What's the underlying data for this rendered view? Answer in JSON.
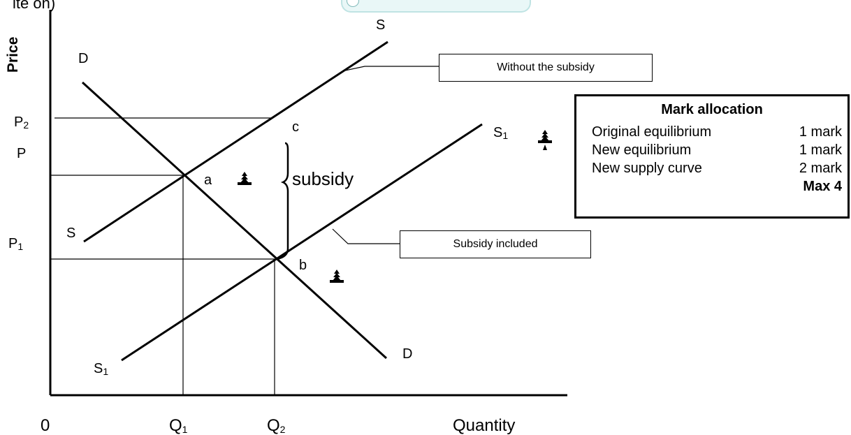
{
  "top_fragment": "ite on)",
  "axis": {
    "y_label": "Price",
    "x_label": "Quantity",
    "origin": "0"
  },
  "price_labels": {
    "p2": "P",
    "p2_sub": "2",
    "p": "P",
    "p1": "P",
    "p1_sub": "1"
  },
  "quantity_labels": {
    "q1": "Q",
    "q1_sub": "1",
    "q2": "Q",
    "q2_sub": "2"
  },
  "curve_labels": {
    "d_top": "D",
    "d_bottom": "D",
    "s_top": "S",
    "s_left": "S",
    "s1_right": "S",
    "s1_right_sub": "1",
    "s1_bottom": "S",
    "s1_bottom_sub": "1"
  },
  "point_labels": {
    "a": "a",
    "b": "b",
    "c": "c"
  },
  "subsidy_label": "subsidy",
  "callouts": {
    "without": "Without the subsidy",
    "included": "Subsidy included"
  },
  "mark_allocation": {
    "title": "Mark allocation",
    "rows": [
      {
        "item": "Original equilibrium",
        "marks": "1 mark"
      },
      {
        "item": "New equilibrium",
        "marks": "1 mark"
      },
      {
        "item": "New supply curve",
        "marks": "2 mark"
      }
    ],
    "max": "Max 4"
  },
  "icons": [
    "tree-mark-icon",
    "tree-mark-icon",
    "tree-mark-icon"
  ],
  "colors": {
    "line": "#000000",
    "tab_fill": "#e9f7f7",
    "tab_border": "#bfe3e3"
  }
}
